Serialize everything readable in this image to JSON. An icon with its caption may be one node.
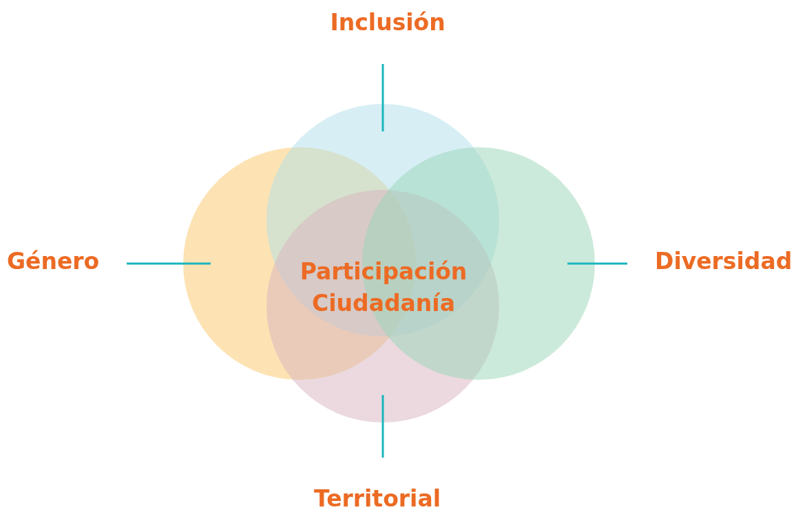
{
  "diagram": {
    "nodes": [
      {
        "text": [
          "Inclusión"
        ]
      },
      {
        "text": [
          "Género"
        ]
      },
      {
        "text": [
          "Diversidad"
        ]
      },
      {
        "text": [
          "Territorial"
        ]
      },
      {
        "text": [],
        "shape": "circle"
      },
      {
        "text": [],
        "shape": "circle"
      },
      {
        "text": [],
        "shape": "circle"
      },
      {
        "text": [],
        "shape": "circle"
      }
    ],
    "edges": [
      {
        "from": 0,
        "to": 5,
        "arrow": "none"
      },
      {
        "from": 1,
        "to": 4,
        "arrow": "none"
      },
      {
        "from": 2,
        "to": 7,
        "arrow": "none"
      },
      {
        "from": 3,
        "to": 6,
        "arrow": "none"
      }
    ],
    "labels": [
      "Participación Ciudadanía"
    ]
  }
}
